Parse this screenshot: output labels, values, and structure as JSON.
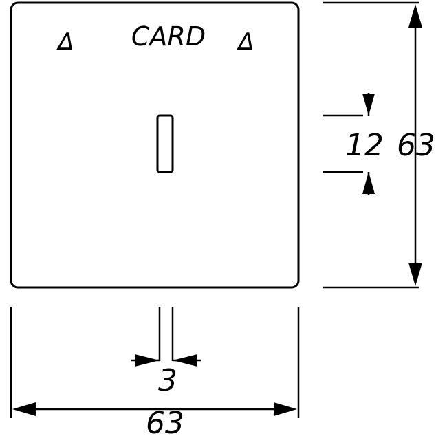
{
  "panel": {
    "label": "CARD",
    "arrow_symbol": "Δ"
  },
  "dimensions": {
    "slot_height": "12",
    "plate_height": "63",
    "slot_width": "3",
    "plate_width": "63"
  },
  "colors": {
    "line": "#000000",
    "background": "#ffffff"
  }
}
